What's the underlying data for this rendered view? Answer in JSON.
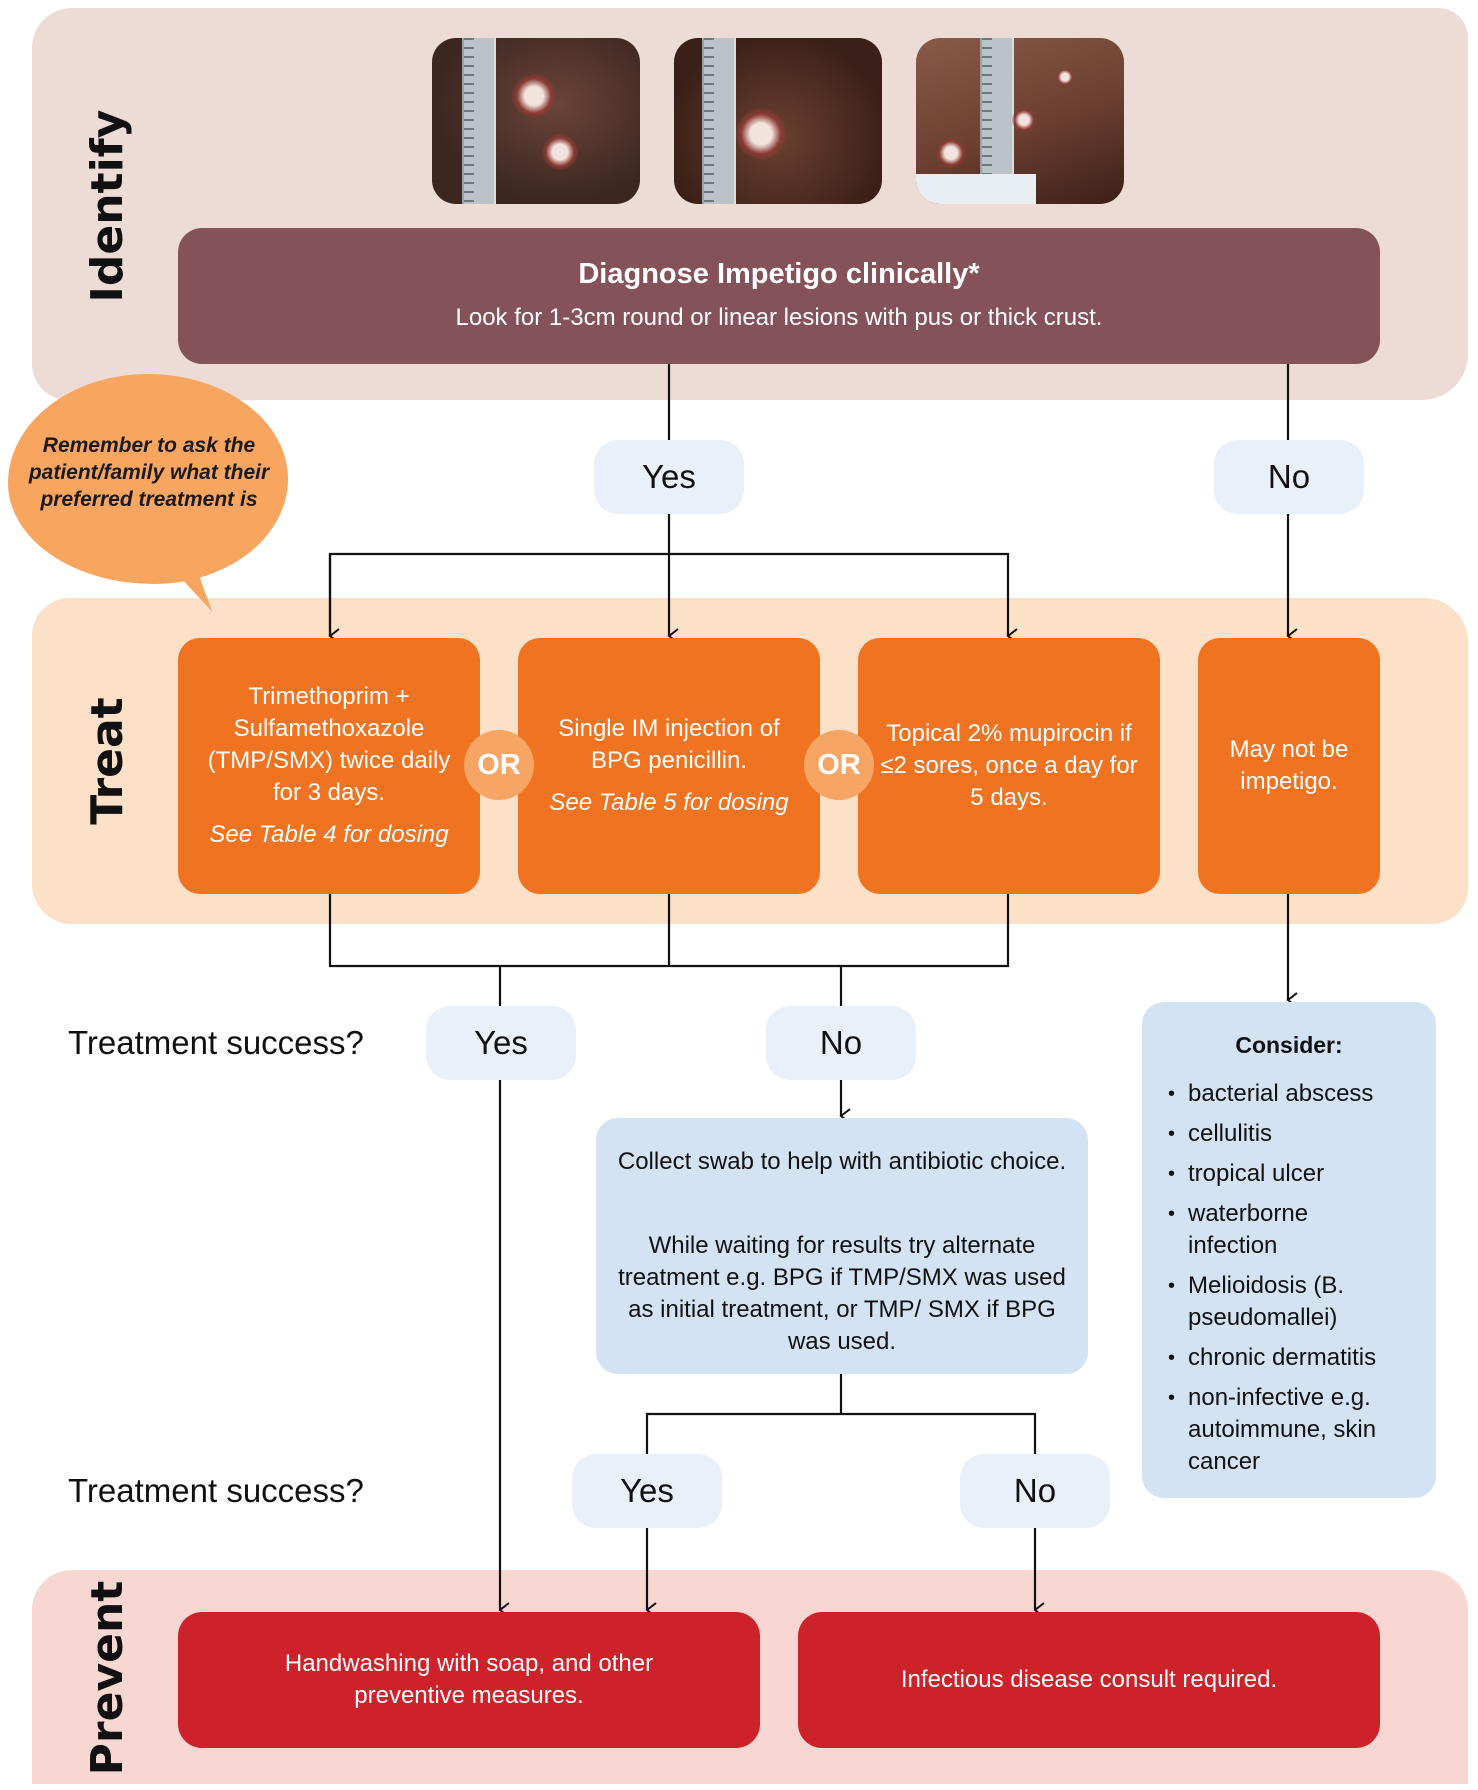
{
  "sections": {
    "identify": "Identify",
    "treat": "Treat",
    "prevent": "Prevent"
  },
  "diagnose": {
    "title": "Diagnose Impetigo clinically*",
    "subtitle": "Look for 1-3cm round or linear lesions with pus or thick crust."
  },
  "branch1": {
    "yes": "Yes",
    "no": "No"
  },
  "bubble": {
    "text": "Remember to ask the patient/family what their preferred treatment is"
  },
  "treatments": {
    "tmp_smx": {
      "text": "Trimethoprim + Sulfamethoxazole (TMP/SMX) twice daily for 3 days.",
      "dose": "See Table 4 for dosing"
    },
    "bpg": {
      "text": "Single IM injection of BPG penicillin.",
      "dose": "See Table 5 for dosing"
    },
    "mupirocin": {
      "text": "Topical 2% mupirocin if ≤2 sores, once a day for 5 days."
    },
    "not_impetigo": {
      "text": "May not be impetigo."
    },
    "or_label": "OR"
  },
  "success1": {
    "question": "Treatment success?",
    "yes": "Yes",
    "no": "No"
  },
  "swab": {
    "p1": "Collect swab to help with antibiotic choice.",
    "p2": "While waiting for results try alternate treatment e.g. BPG if TMP/SMX was used as initial treatment, or TMP/ SMX if BPG was used."
  },
  "consider": {
    "title": "Consider:",
    "items": [
      "bacterial abscess",
      "cellulitis",
      "tropical ulcer",
      "waterborne infection",
      "Melioidosis (B. pseudomallei)",
      "chronic dermatitis",
      "non-infective e.g. autoimmune, skin cancer"
    ]
  },
  "success2": {
    "question": "Treatment success?",
    "yes": "Yes",
    "no": "No"
  },
  "prevent": {
    "handwashing": "Handwashing with soap, and other preventive measures.",
    "consult": "Infectious disease consult required."
  },
  "colors": {
    "identify_band": "#ecdcd5",
    "diagnose_box": "#86525a",
    "treat_band": "#fde0c8",
    "treat_box": "#f07321",
    "prevent_band": "#f8d6d2",
    "prevent_box": "#cd2229",
    "info_box": "#d3e3f4"
  }
}
